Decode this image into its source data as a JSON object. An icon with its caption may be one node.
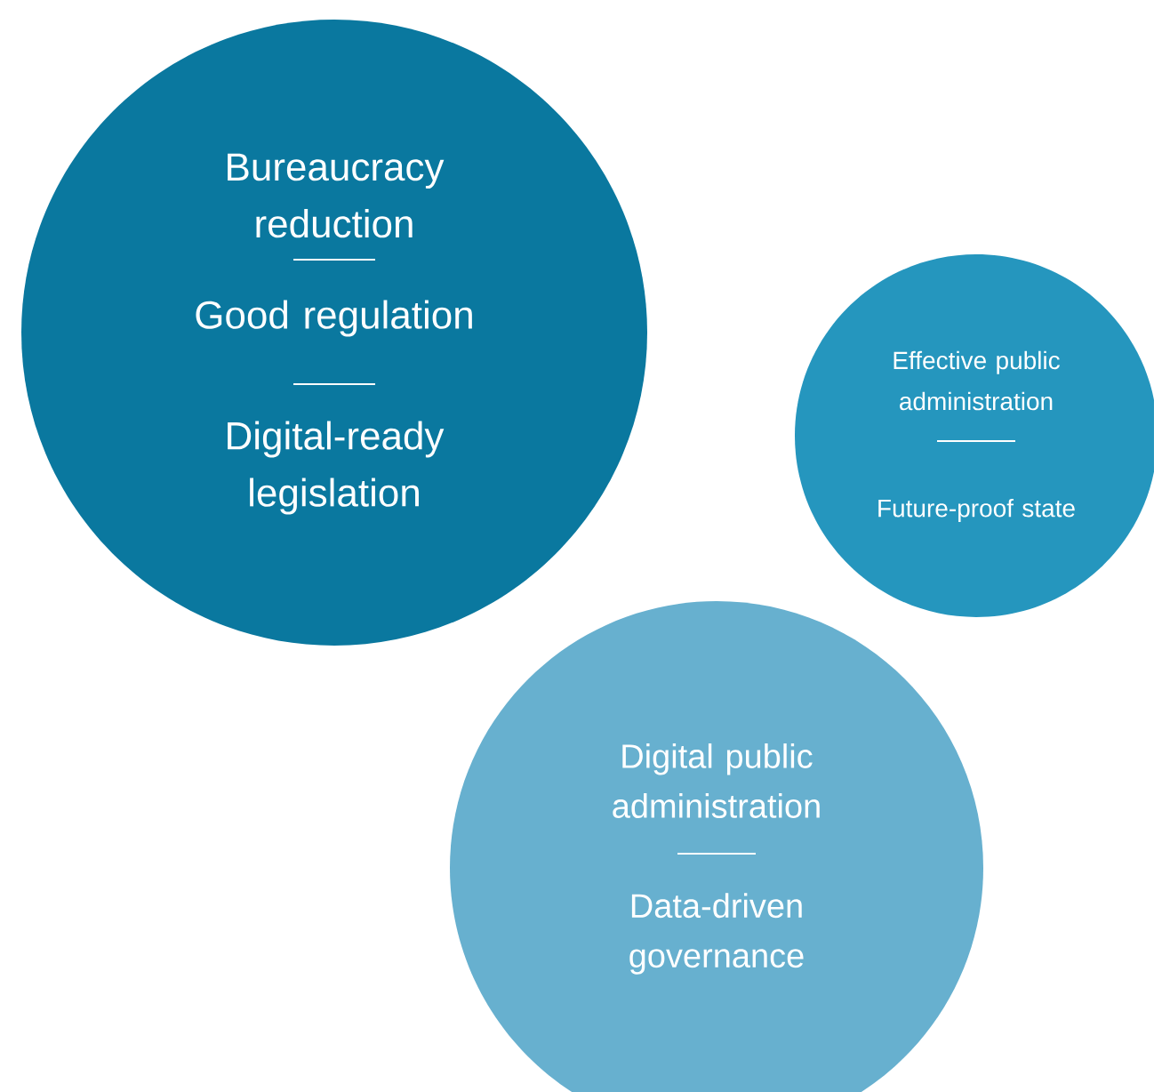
{
  "diagram": {
    "nodes": [
      {
        "text": [
          "Bureaucracy reduction",
          "Good regulation",
          "Digital-ready legislation"
        ]
      },
      {
        "text": [
          "Effective public administration",
          "Future-proof state"
        ]
      },
      {
        "text": [
          "Digital public administration",
          "Data-driven governance"
        ]
      }
    ]
  }
}
